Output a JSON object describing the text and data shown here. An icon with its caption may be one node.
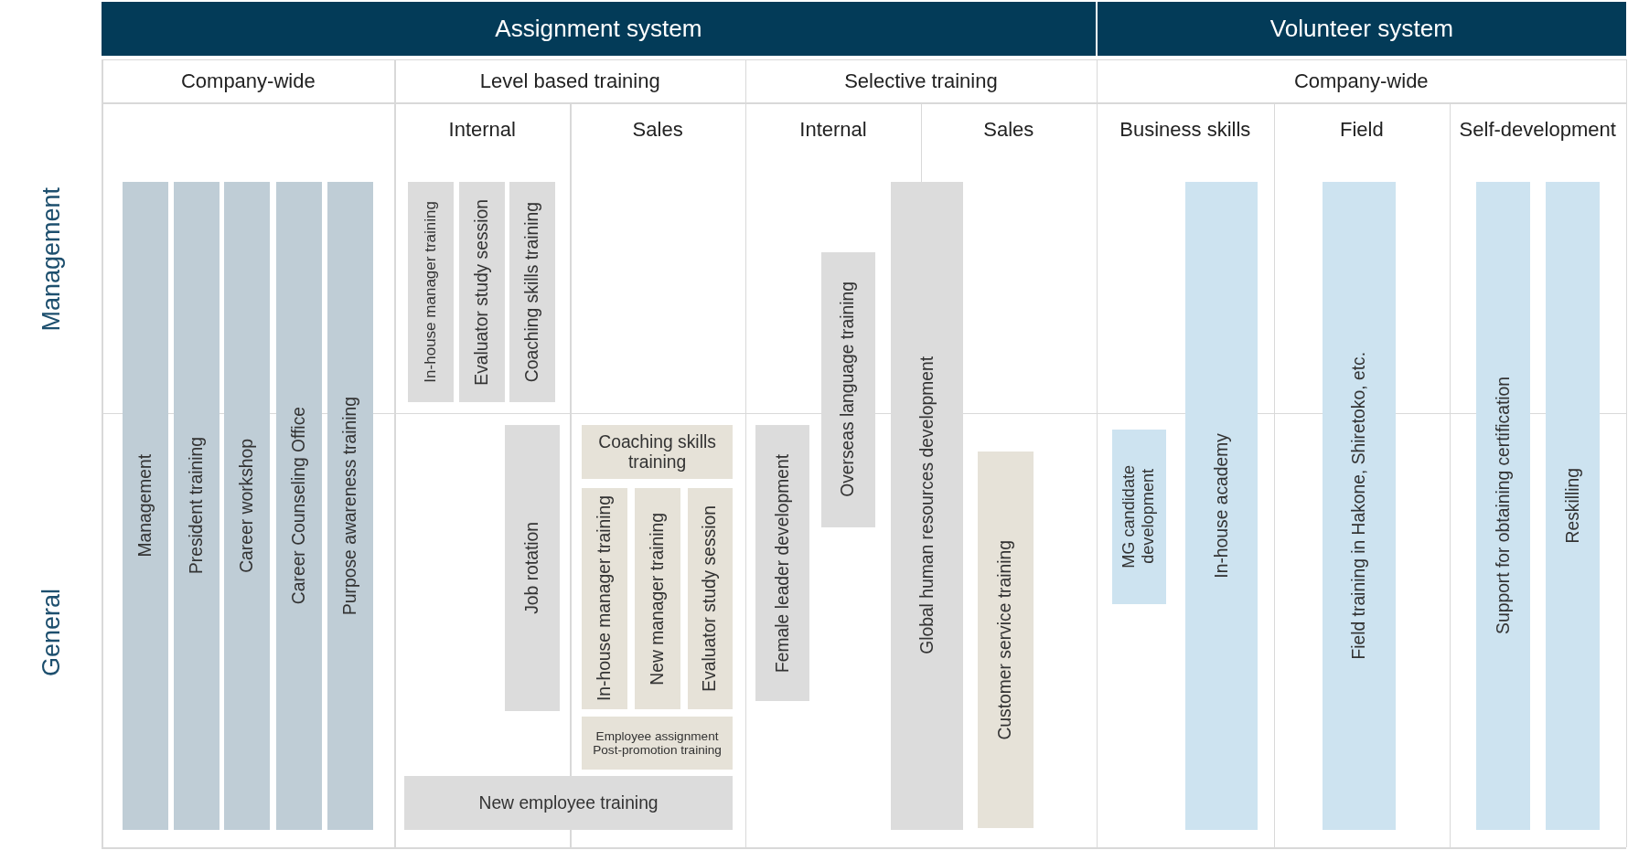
{
  "diagram": {
    "nodes": [
      {
        "text": [
          "Assignment system"
        ]
      },
      {
        "text": [
          "Volunteer system"
        ]
      },
      {
        "text": [
          "Management"
        ]
      },
      {
        "text": [
          "President training"
        ]
      },
      {
        "text": [
          "Career workshop"
        ]
      },
      {
        "text": [
          "Career Counseling Office"
        ]
      },
      {
        "text": [
          "Purpose awareness training"
        ]
      },
      {
        "text": [
          "In-house manager training"
        ]
      },
      {
        "text": [
          "Evaluator study session"
        ]
      },
      {
        "text": [
          "Coaching skills training"
        ]
      },
      {
        "text": [
          "Job rotation"
        ]
      },
      {
        "text": [
          "Coaching skills training"
        ]
      },
      {
        "text": [
          "In-house manager training"
        ]
      },
      {
        "text": [
          "New manager training"
        ]
      },
      {
        "text": [
          "Evaluator study session"
        ]
      },
      {
        "text": [
          "Employee assignment Post-promotion training"
        ]
      },
      {
        "text": [
          "New employee training"
        ]
      },
      {
        "text": [
          "Female leader development"
        ]
      },
      {
        "text": [
          "Overseas language training"
        ]
      },
      {
        "text": [
          "Global human resources development"
        ]
      },
      {
        "text": [
          "Customer service training"
        ]
      },
      {
        "text": [
          "MG candidate development"
        ]
      },
      {
        "text": [
          "In-house academy"
        ]
      },
      {
        "text": [
          "Field training in Hakone, Shiretoko, etc."
        ]
      },
      {
        "text": [
          "Support for obtaining certification"
        ]
      },
      {
        "text": [
          "Reskilling"
        ]
      }
    ],
    "labels": [
      "Company-wide",
      "Level based training",
      "Selective training",
      "Company-wide",
      "Internal",
      "Sales",
      "Internal",
      "Sales",
      "Business skills",
      "Field",
      "Self-development",
      "Management",
      "General"
    ]
  }
}
